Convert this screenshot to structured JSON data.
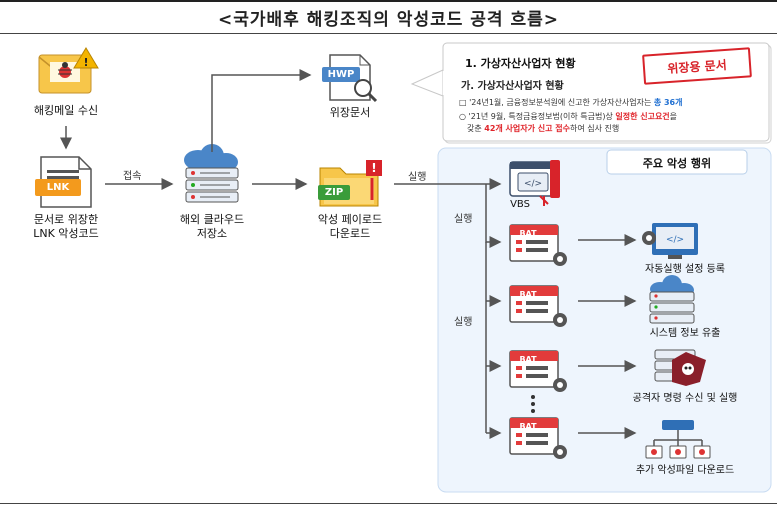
{
  "title": "<국가배후 해킹조직의 악성코드 공격 흐름>",
  "nodes": {
    "phishing_mail": "해킹메일 수신",
    "lnk_code_line1": "문서로 위장한",
    "lnk_code_line2": "LNK 악성코드",
    "cloud_line1": "해외 클라우드",
    "cloud_line2": "저장소",
    "payload_line1": "악성 페이로드",
    "payload_line2": "다운로드",
    "fake_doc": "위장문서",
    "vbs": "VBS"
  },
  "icon_tags": {
    "lnk": "LNK",
    "zip": "ZIP",
    "hwp": "HWP",
    "bat": "BAT"
  },
  "edges": {
    "connect": "접속",
    "execute_main": "실행",
    "execute_vbs": "실행",
    "execute_bat": "실행"
  },
  "callout": {
    "heading": "1. 가상자산사업자 현황",
    "subheading": "가. 가상자산사업자 현황",
    "bullet1_pre": "□ '24년1월, 금융정보분석원에 신고한 가상자산사업자는 ",
    "bullet1_hl": "총 36개",
    "bullet2_pre": "○ '21년 9월, 특정금융정보법(이하 특금법)상 ",
    "bullet2_hl": "일정한 신고요건",
    "bullet2_post": "을",
    "bullet3_pre": "갖춘 ",
    "bullet3_hl": "42개 사업자가 신고 접수",
    "bullet3_post": "하여 심사 진행",
    "stamp": "위장용 문서"
  },
  "panel": {
    "title": "주요 악성 행위",
    "behaviors": [
      "자동실행 설정 등록",
      "시스템 정보 유출",
      "공격자 명령 수신 및 실행",
      "추가 악성파일 다운로드"
    ]
  },
  "colors": {
    "accent_red": "#e0242a",
    "accent_blue": "#1f6fd1",
    "icon_blue": "#2f6fb6",
    "panel_bg": "#eef5fd",
    "arrow": "#555555"
  }
}
